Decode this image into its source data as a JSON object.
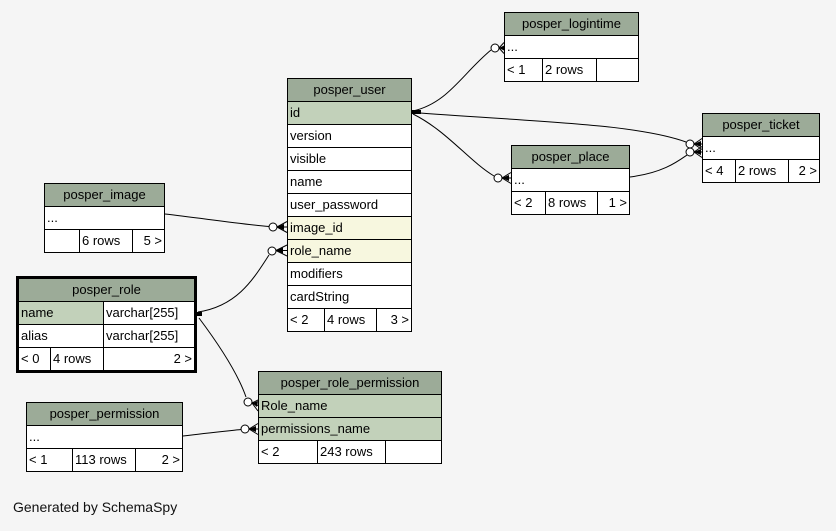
{
  "page": {
    "credit": "Generated by SchemaSpy"
  },
  "colors": {
    "canvas_background": "#f5f5f5",
    "table_header_green": "#9cab98",
    "primary_key_row_green": "#c2d1ba",
    "foreign_key_row_yellow": "#f7f7df",
    "row_white": "#ffffff",
    "border_black": "#000000"
  },
  "tables": {
    "logintime": {
      "title": "posper_logintime",
      "rows": {
        "more": "..."
      },
      "footer": {
        "left": "< 1",
        "rows": "2 rows",
        "right": ""
      }
    },
    "user": {
      "title": "posper_user",
      "rows": {
        "id": "id",
        "version": "version",
        "visible": "visible",
        "name": "name",
        "user_password": "user_password",
        "image_id": "image_id",
        "role_name": "role_name",
        "modifiers": "modifiers",
        "cardString": "cardString"
      },
      "footer": {
        "left": "< 2",
        "rows": "4 rows",
        "right": "3 >"
      }
    },
    "ticket": {
      "title": "posper_ticket",
      "rows": {
        "more": "..."
      },
      "footer": {
        "left": "< 4",
        "rows": "2 rows",
        "right": "2 >"
      }
    },
    "place": {
      "title": "posper_place",
      "rows": {
        "more": "..."
      },
      "footer": {
        "left": "< 2",
        "rows": "8 rows",
        "right": "1 >"
      }
    },
    "image": {
      "title": "posper_image",
      "rows": {
        "more": "..."
      },
      "footer": {
        "left": "",
        "rows": "6 rows",
        "right": "5 >"
      }
    },
    "role": {
      "title": "posper_role",
      "rows": {
        "name": {
          "label": "name",
          "type": "varchar[255]"
        },
        "alias": {
          "label": "alias",
          "type": "varchar[255]"
        }
      },
      "footer": {
        "left": "< 0",
        "rows": "4 rows",
        "right": "2 >"
      }
    },
    "permission": {
      "title": "posper_permission",
      "rows": {
        "more": "..."
      },
      "footer": {
        "left": "< 1",
        "rows": "113 rows",
        "right": "2 >"
      }
    },
    "role_permission": {
      "title": "posper_role_permission",
      "rows": {
        "Role_name": "Role_name",
        "permissions_name": "permissions_name"
      },
      "footer": {
        "left": "< 2",
        "rows": "243 rows",
        "right": ""
      }
    }
  }
}
